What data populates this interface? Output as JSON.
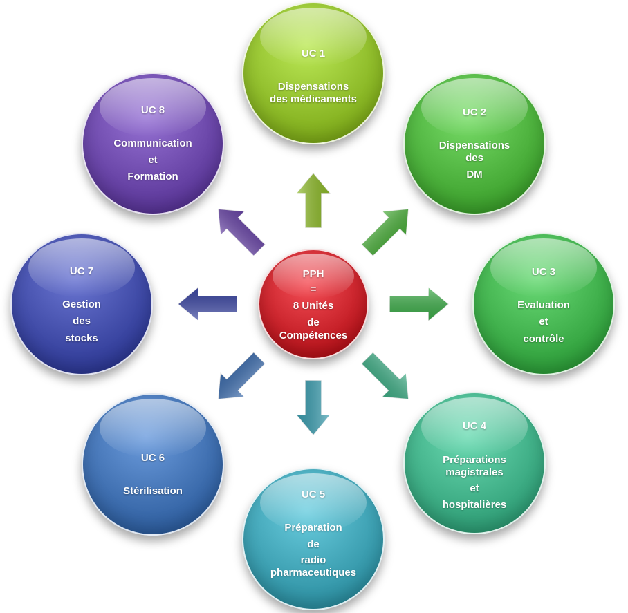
{
  "colors": {
    "uc1": "#8fbc2a",
    "uc2": "#4cb03c",
    "uc3": "#3eae4a",
    "uc4": "#3fae86",
    "uc5": "#3da0b2",
    "uc6": "#3f6fb0",
    "uc7": "#3f4aa6",
    "uc8": "#6a46a8",
    "center": "#c8222a"
  },
  "center": {
    "lines": [
      "PPH",
      "=",
      "8 Unités",
      "de",
      "Compétences"
    ]
  },
  "units": [
    {
      "id": "uc1",
      "lines": [
        "UC 1",
        "",
        "Dispensations",
        "des médicaments"
      ]
    },
    {
      "id": "uc2",
      "lines": [
        "UC 2",
        "",
        "Dispensations",
        "des",
        "DM"
      ]
    },
    {
      "id": "uc3",
      "lines": [
        "UC 3",
        "",
        "Evaluation",
        "et",
        "contrôle"
      ]
    },
    {
      "id": "uc4",
      "lines": [
        "UC 4",
        "",
        "Préparations",
        "magistrales",
        "et",
        "hospitalières"
      ]
    },
    {
      "id": "uc5",
      "lines": [
        "UC 5",
        "",
        "Préparation",
        "de",
        "radio",
        "pharmaceutiques"
      ]
    },
    {
      "id": "uc6",
      "lines": [
        "UC 6",
        "",
        "Stérilisation"
      ]
    },
    {
      "id": "uc7",
      "lines": [
        "UC 7",
        "",
        "Gestion",
        "des",
        "stocks"
      ]
    },
    {
      "id": "uc8",
      "lines": [
        "UC 8",
        "",
        "Communication",
        "et",
        "Formation"
      ]
    }
  ]
}
